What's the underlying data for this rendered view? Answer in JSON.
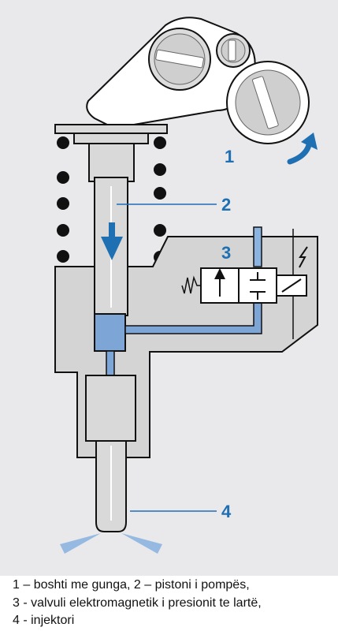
{
  "callouts": {
    "n1": "1",
    "n2": "2",
    "n3": "3",
    "n4": "4"
  },
  "caption": {
    "line1": "1 – boshti me gunga, 2 – pistoni i pompës,",
    "line2": "3  - valvuli elektromagnetik i presionit te lartë,",
    "line3": "4 - injektori"
  },
  "colors": {
    "background": "#e9e9ec",
    "body": "#d4d4d4",
    "accent_blue": "#1f6fb3",
    "fuel_blue": "#7da6d6",
    "spray_blue": "#8cb4e0",
    "outline": "#111111"
  },
  "icons": [
    "cam-lobe-icon",
    "rotation-arrow-icon",
    "down-arrow-icon",
    "spring-coil-icon",
    "solenoid-icon",
    "lightning-icon",
    "spray-icon"
  ]
}
